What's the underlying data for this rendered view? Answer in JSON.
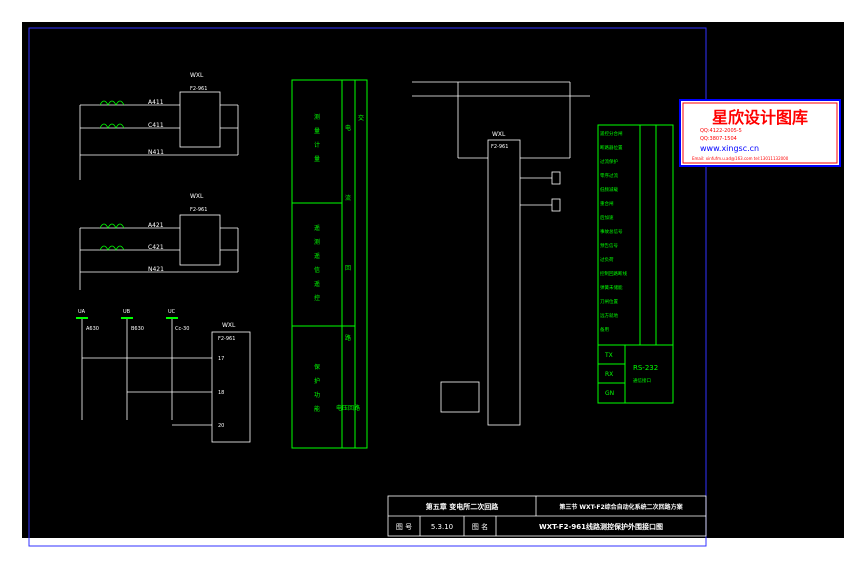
{
  "title_block": {
    "chapter": "第五章  变电所二次回路",
    "section": "第三节  WXT-F2综合自动化系统二次回路方案",
    "fig_label": "图  号",
    "fig_no": "5.3.10",
    "name_label": "图  名",
    "fig_name": "WXT-F2-961线路测控保护外围接口图"
  },
  "watermark": {
    "title": "星欣设计图库",
    "line1": "QQ:4122-2005-5",
    "line2": "QQ:3807-1504",
    "url": "www.xingsc.cn",
    "footer": "Email: xinfufm.u.ad@163.com  tel:13011132000"
  },
  "left_labels": {
    "wxl": "WXL",
    "device": "F2-961",
    "a411": "A411",
    "c411": "C411",
    "n411": "N411",
    "a421": "A421",
    "c421": "C421",
    "n421": "N421",
    "bus_a": "A630",
    "bus_b": "B630",
    "bus_c": "Cc-30",
    "ua": "UA",
    "ub": "UB",
    "uc": "UC",
    "t17": "17",
    "t18": "18",
    "t20": "20"
  },
  "function_table": {
    "col1": [
      "测量计量",
      "遥测 遥信 遥控",
      "保护功能"
    ],
    "col2": [
      "电",
      "流",
      "回",
      "路",
      "电压回路"
    ],
    "col3": "交流回路"
  },
  "comm_table": {
    "rows": [
      "遥控分合闸",
      "断路器位置",
      "过流保护",
      "零序过流",
      "低频减载",
      "重合闸",
      "后加速",
      "事故总信号",
      "预告信号",
      "过负荷",
      "控制回路断线",
      "弹簧未储能",
      "刀闸位置",
      "远方就地",
      "备用"
    ],
    "tx": "TX",
    "rx": "RX",
    "gnd": "GN",
    "port": "RS-232",
    "port_note": "通信接口"
  },
  "colors": {
    "background": "#000000",
    "border": "#3232ff",
    "wire": "#ffffff",
    "accent": "#00ff00",
    "watermark": "#ff0000"
  }
}
